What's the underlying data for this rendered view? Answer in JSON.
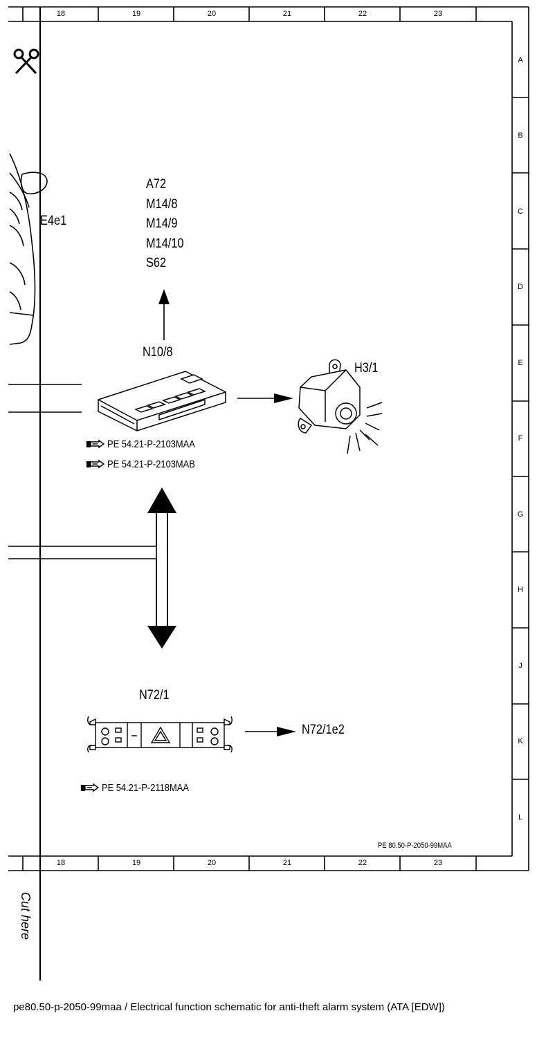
{
  "grid": {
    "columns": [
      "18",
      "19",
      "20",
      "21",
      "22",
      "23"
    ],
    "rows": [
      "A",
      "B",
      "C",
      "D",
      "E",
      "F",
      "G",
      "H",
      "J",
      "K",
      "L"
    ]
  },
  "components": {
    "e4e1": {
      "label": "E4e1"
    },
    "n10_8": {
      "label": "N10/8",
      "outputs": [
        "A72",
        "M14/8",
        "M14/9",
        "M14/10",
        "S62"
      ],
      "refs": [
        "PE 54.21-P-2103MAA",
        "PE 54.21-P-2103MAB"
      ]
    },
    "h3_1": {
      "label": "H3/1"
    },
    "n72_1": {
      "label": "N72/1",
      "output": "N72/1e2",
      "refs": [
        "PE 54.21-P-2118MAA"
      ]
    }
  },
  "sheet_ref": "PE 80.50-P-2050-99MAA",
  "cut_here": "Cut here",
  "caption": "pe80.50-p-2050-99maa / Electrical function schematic for anti-theft alarm system (ATA [EDW])",
  "icons": [
    "scissors-icon",
    "reference-pointer-icon"
  ]
}
